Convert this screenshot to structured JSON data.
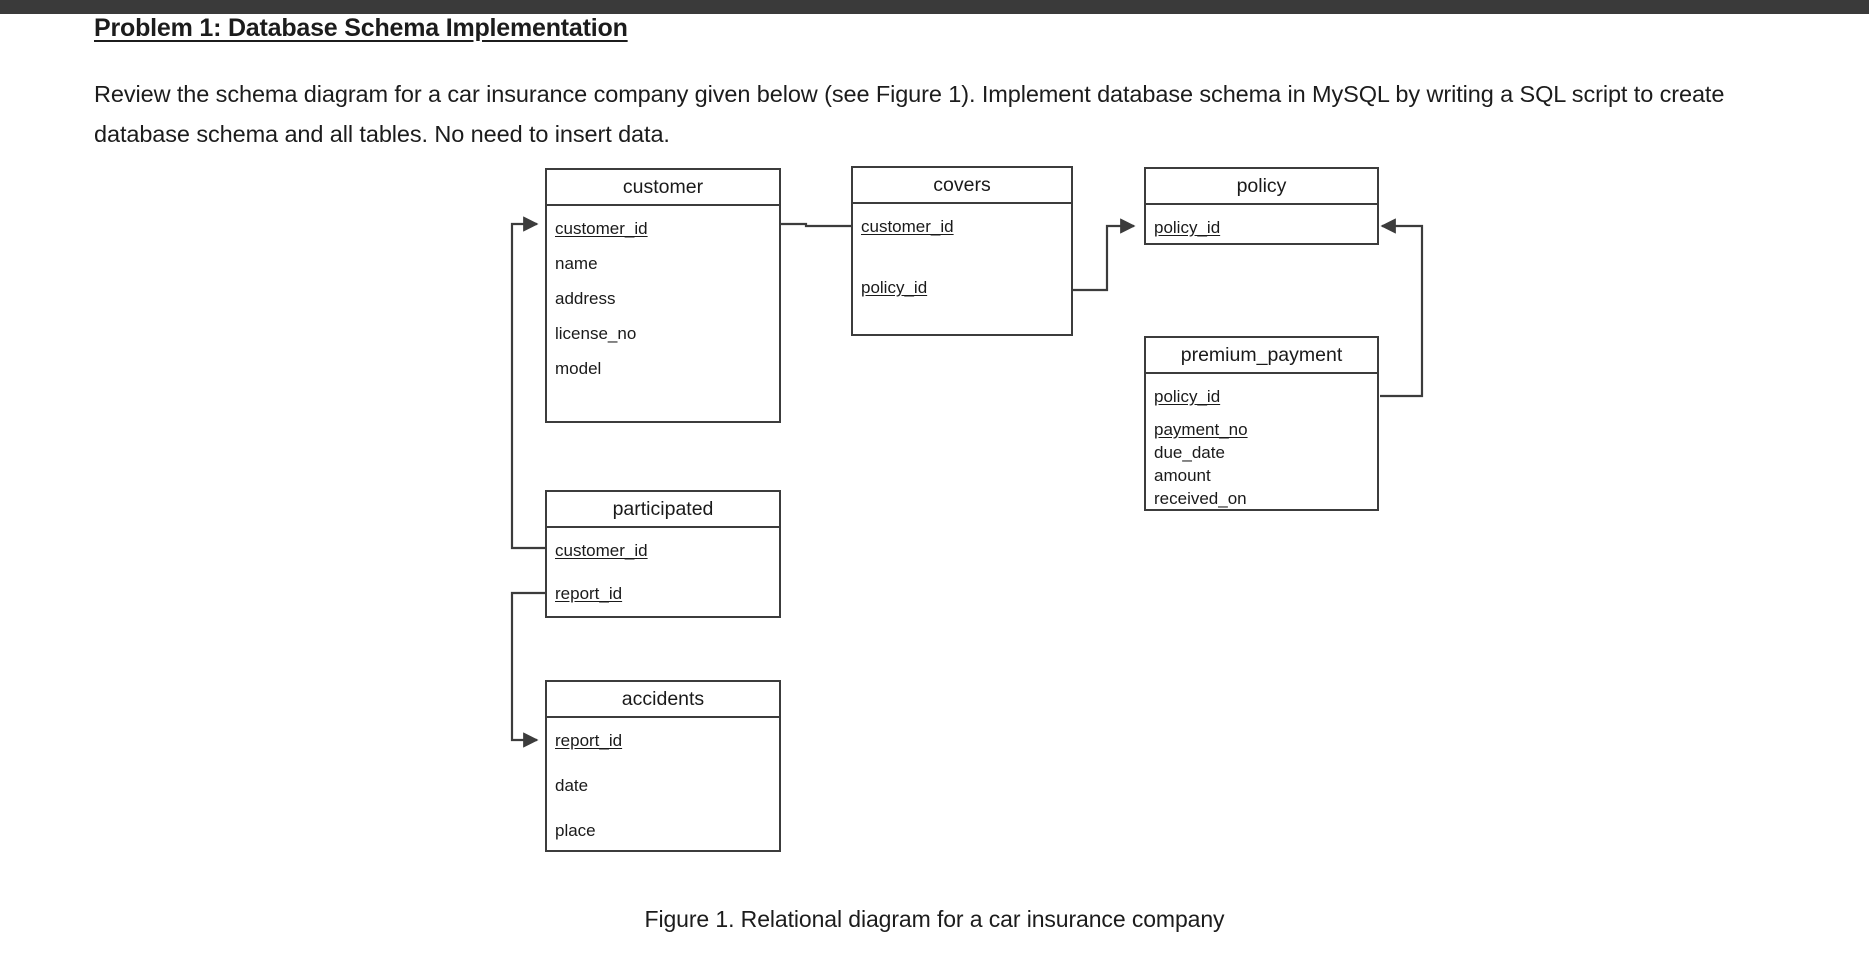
{
  "document": {
    "problem_title": "Problem 1: Database Schema Implementation ",
    "intro_paragraph": "Review the schema diagram for a car insurance company given below (see Figure 1). Implement database schema in MySQL by writing a SQL script to create database schema and all tables. No need to insert data.",
    "figure_caption": "Figure 1. Relational diagram for a car insurance company"
  },
  "theme": {
    "top_bar_color": "#3a3a3a",
    "page_background": "#ffffff",
    "text_color": "#1c1c1c",
    "box_border_color": "#3c3c3c",
    "connector_color": "#3c3c3c"
  },
  "diagram": {
    "entities": [
      {
        "id": "customer",
        "name": "customer",
        "attributes": [
          {
            "name": "customer_id",
            "key": true
          },
          {
            "name": "name",
            "key": false
          },
          {
            "name": "address",
            "key": false
          },
          {
            "name": "license_no",
            "key": false
          },
          {
            "name": "model",
            "key": false
          }
        ]
      },
      {
        "id": "covers",
        "name": "covers",
        "attributes": [
          {
            "name": "customer_id",
            "key": true
          },
          {
            "name": "policy_id",
            "key": true
          }
        ]
      },
      {
        "id": "policy",
        "name": "policy",
        "attributes": [
          {
            "name": "policy_id",
            "key": true
          }
        ]
      },
      {
        "id": "premium_payment",
        "name": "premium_payment",
        "attributes": [
          {
            "name": "policy_id",
            "key": true
          },
          {
            "name": "payment_no",
            "key": true
          },
          {
            "name": "due_date",
            "key": false
          },
          {
            "name": "amount",
            "key": false
          },
          {
            "name": "received_on",
            "key": false
          }
        ]
      },
      {
        "id": "participated",
        "name": "participated",
        "attributes": [
          {
            "name": "customer_id",
            "key": true
          },
          {
            "name": "report_id",
            "key": true
          }
        ]
      },
      {
        "id": "accidents",
        "name": "accidents",
        "attributes": [
          {
            "name": "report_id",
            "key": true
          },
          {
            "name": "date",
            "key": false
          },
          {
            "name": "place",
            "key": false
          }
        ]
      }
    ],
    "relationships": [
      {
        "from": "covers.customer_id",
        "to": "customer.customer_id"
      },
      {
        "from": "covers.policy_id",
        "to": "policy.policy_id"
      },
      {
        "from": "premium_payment.policy_id",
        "to": "policy.policy_id"
      },
      {
        "from": "participated.customer_id",
        "to": "customer.customer_id"
      },
      {
        "from": "participated.report_id",
        "to": "accidents.report_id"
      }
    ]
  }
}
